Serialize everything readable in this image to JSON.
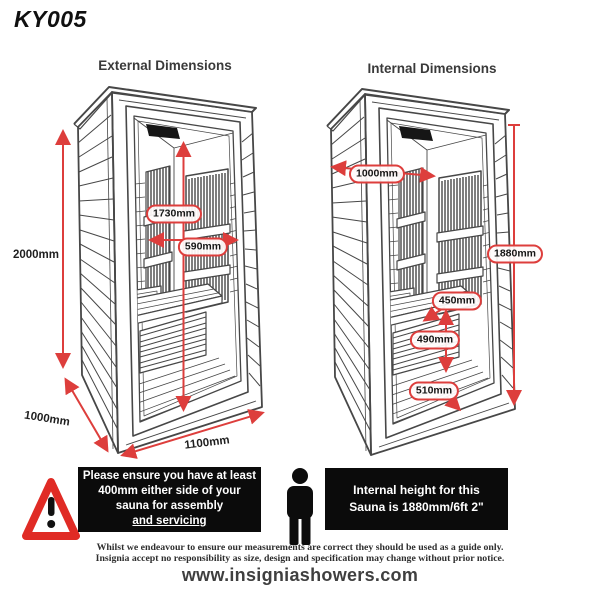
{
  "page": {
    "title": "KY005",
    "website": "www.insigniashowers.com",
    "disclaimer": {
      "line1": "Whilst we endeavour to ensure our measurements are correct they should be used as a guide only.",
      "line2": "Insignia accept no responsibility as size, design and specification may change without prior notice."
    }
  },
  "external": {
    "heading": "External Dimensions",
    "height": "2000mm",
    "depth": "1000mm",
    "width": "1100mm",
    "door_height": "1730mm",
    "door_width": "590mm"
  },
  "internal": {
    "heading": "Internal Dimensions",
    "width": "1000mm",
    "height": "1880mm",
    "bench_depth": "450mm",
    "bench_height": "490mm",
    "floor_depth": "510mm"
  },
  "notices": {
    "clearance": {
      "line1": "Please ensure you have at least",
      "line2": "400mm either side of your",
      "line3": "sauna for assembly",
      "line4": "and servicing"
    },
    "internal_height": {
      "line1": "Internal height for this",
      "line2": "Sauna is 1880mm/6ft 2\""
    }
  },
  "colors": {
    "dimension_red": "#dd3e3c",
    "warning_red": "#e02b25",
    "notice_bg": "#0b0b0b"
  }
}
